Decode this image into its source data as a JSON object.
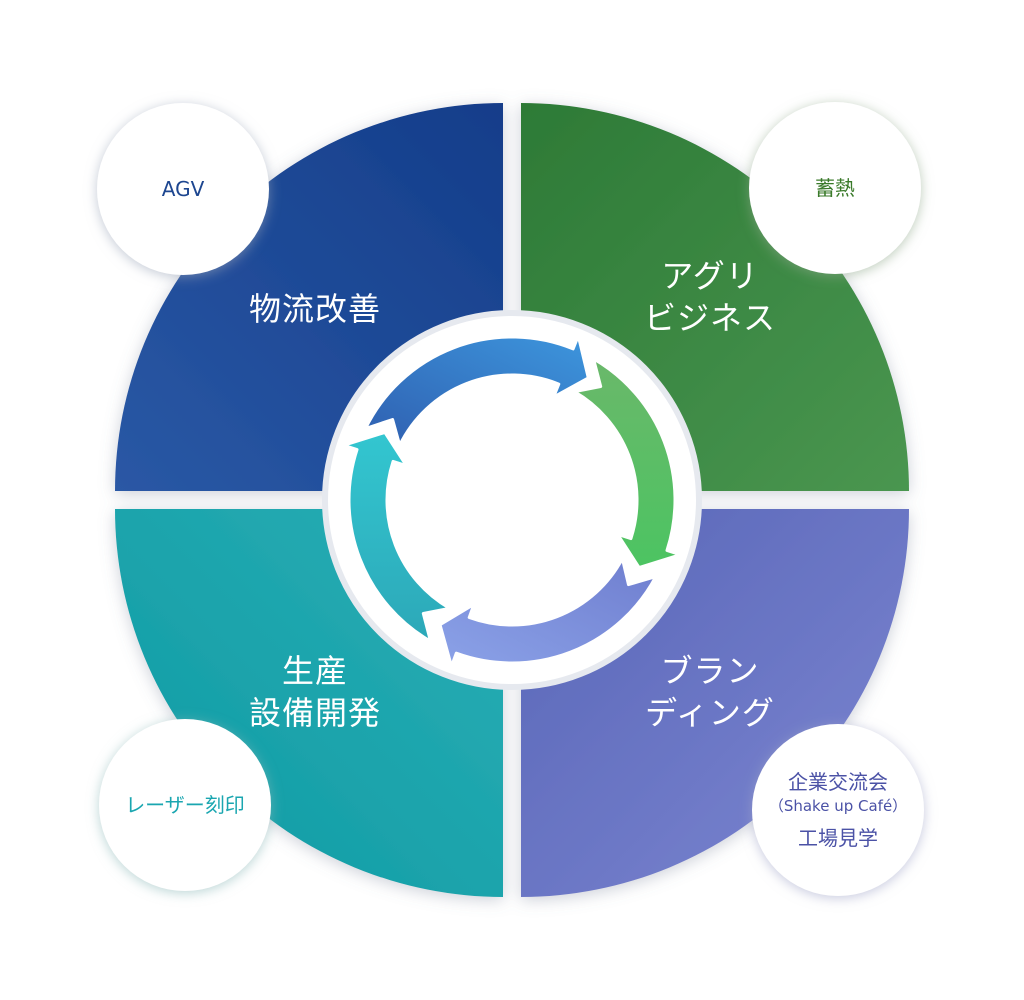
{
  "quadrants": {
    "logistics": {
      "label": "物流改善",
      "color_light": "#2a58a5",
      "color_dark": "#143d8a"
    },
    "agri": {
      "label": "アグリ\nビジネス",
      "color_light": "#4a9650",
      "color_dark": "#2d7a36"
    },
    "production": {
      "label": "生産\n設備開発",
      "color_light": "#2aaeb5",
      "color_dark": "#0e9aa3"
    },
    "branding": {
      "label": "ブラン\nディング",
      "color_light": "#7d87d2",
      "color_dark": "#5865b7"
    }
  },
  "bubbles": {
    "agv": {
      "text": "AGV",
      "color": "#1d4690"
    },
    "thermal": {
      "text": "蓄熱",
      "color": "#3a7a2a"
    },
    "laser": {
      "text": "レーザー刻印",
      "color": "#1aa6b0"
    },
    "exchange": {
      "line1": "企業交流会",
      "line2": "（Shake up Café）",
      "line3": "工場見学",
      "color": "#4b52a6"
    }
  },
  "cycle_colors": {
    "blue": [
      "#2f5fb0",
      "#3d96dd"
    ],
    "green": [
      "#5ab95f",
      "#4cc462"
    ],
    "purple": [
      "#6f7ecf",
      "#8ba2e8"
    ],
    "teal": [
      "#2ca8b8",
      "#33c6d0"
    ]
  }
}
